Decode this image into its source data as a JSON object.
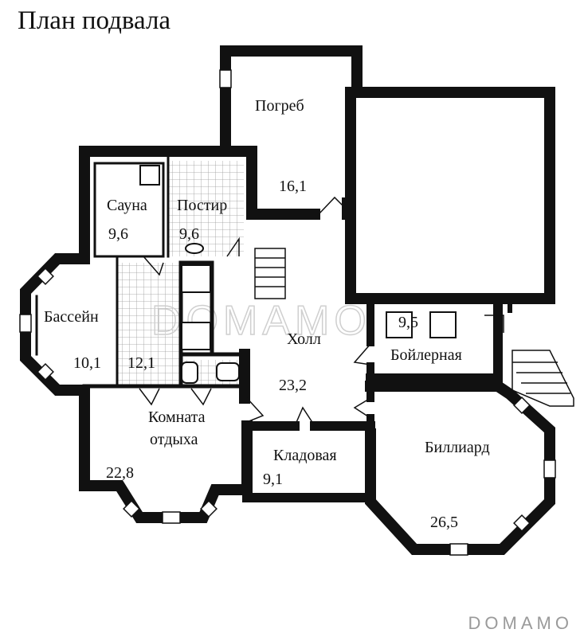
{
  "title": "План подвала",
  "rooms": [
    {
      "id": "pogreb",
      "name": "Погреб",
      "area": "16,1"
    },
    {
      "id": "sauna",
      "name": "Сауна",
      "area": "9,6"
    },
    {
      "id": "postir",
      "name": "Постир",
      "area": "9,6"
    },
    {
      "id": "bassein",
      "name": "Бассейн",
      "area": "10,1"
    },
    {
      "id": "shower",
      "name": "",
      "area": "12,1"
    },
    {
      "id": "holl",
      "name": "Холл",
      "area": "23,2"
    },
    {
      "id": "boiler",
      "name": "Бойлерная",
      "area": "9,5"
    },
    {
      "id": "komnata",
      "name": "Комната",
      "name2": "отдыха",
      "area": "22,8"
    },
    {
      "id": "kladovaya",
      "name": "Кладовая",
      "area": "9,1"
    },
    {
      "id": "billiard",
      "name": "Биллиард",
      "area": "26,5"
    }
  ],
  "watermark": "DOMAMO",
  "colors": {
    "wall": "#111111",
    "tile": "#b9b9b9",
    "background": "#ffffff"
  }
}
